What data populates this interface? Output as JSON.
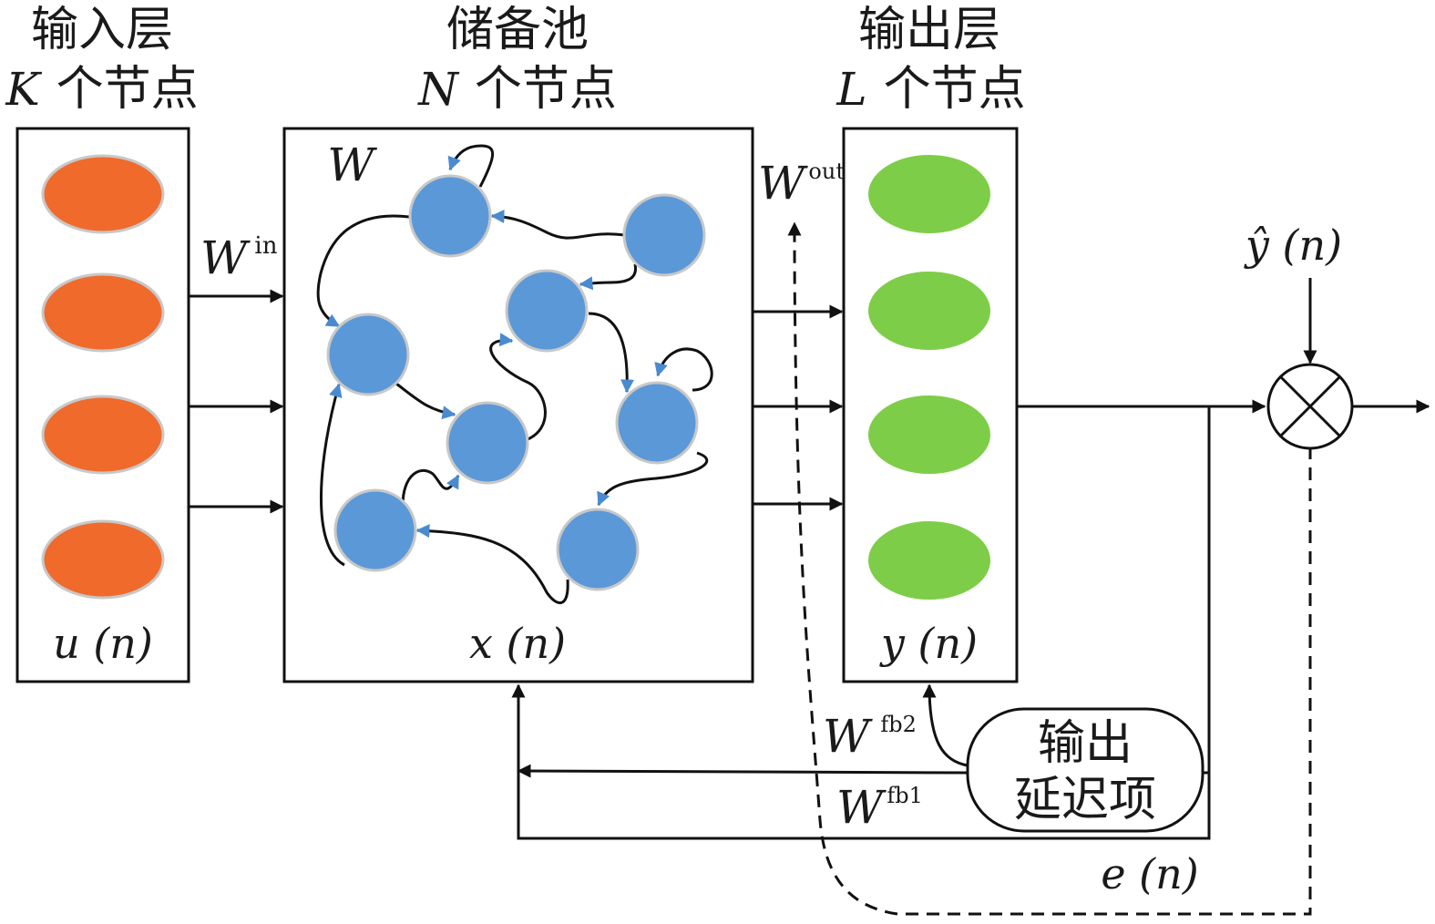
{
  "layers": {
    "input": {
      "title": "输入层",
      "count_var": "K",
      "count_text": "个节点",
      "signal": "u (n)"
    },
    "reservoir": {
      "title": "储备池",
      "count_var": "N",
      "count_text": "个节点",
      "signal": "x (n)",
      "weight": "W"
    },
    "output": {
      "title": "输出层",
      "count_var": "L",
      "count_text": "个节点",
      "signal": "y (n)"
    }
  },
  "weights": {
    "in": {
      "base": "W",
      "sup": "in"
    },
    "out": {
      "base": "W",
      "sup": "out"
    },
    "fb1": {
      "base": "W",
      "sup": "fb1"
    },
    "fb2": {
      "base": "W",
      "sup": "fb2"
    }
  },
  "target_label": "ŷ (n)",
  "error_label": "e (n)",
  "delay_box": {
    "line1": "输出",
    "line2": "延迟项"
  },
  "colors": {
    "input_node": "#f06a2c",
    "reservoir_node": "#5b98d8",
    "output_node": "#7ecd48",
    "node_rim": "#c8c8c8",
    "arrow_tip": "#4a8bd0"
  }
}
